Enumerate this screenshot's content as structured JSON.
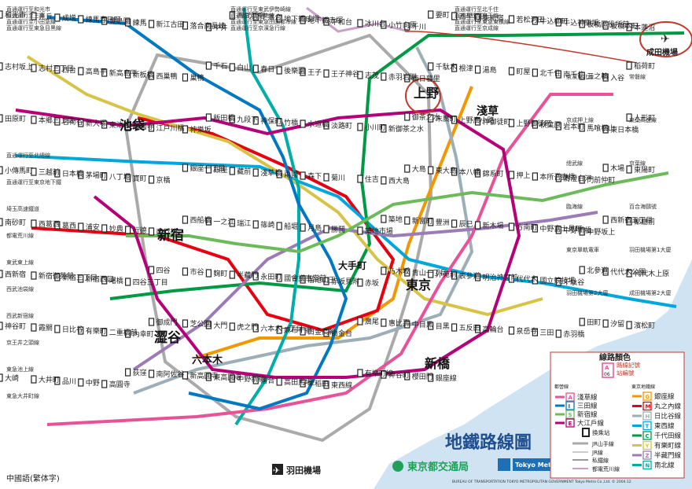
{
  "title": "地鐵路線圖",
  "language_label": "中國語(繁体字)",
  "operators": {
    "toei": "東京都交通局",
    "metro": "Tokyo Metro",
    "credit": "BUREAU OF TRANSPORTATION TOKYO METROPOLITAN GOVERNMENT   Tokyo Metro Co.,Ltd.  © 2004.12"
  },
  "legend": {
    "title_color": "線路顏色",
    "title_mark": "路線記號",
    "title_number": "站編號",
    "sample_letter": "A",
    "sample_number": "06",
    "group_toei": "都營線",
    "group_metro": "東京地鐵線",
    "toei_lines": [
      {
        "code": "A",
        "name": "淺草線",
        "color": "#e85298"
      },
      {
        "code": "I",
        "name": "三田線",
        "color": "#0079c2"
      },
      {
        "code": "S",
        "name": "新宿線",
        "color": "#6cbb5a"
      },
      {
        "code": "E",
        "name": "大江戶線",
        "color": "#b6007a"
      }
    ],
    "transfer_label": "換乘站",
    "jr_yamanote": "JR山手線",
    "jr_line": "JR線",
    "private_line": "私鐵線",
    "arakawa_line": "都電荒川線",
    "metro_lines": [
      {
        "code": "G",
        "name": "銀座線",
        "color": "#f39700"
      },
      {
        "code": "M",
        "name": "丸之內線",
        "color": "#e60012"
      },
      {
        "code": "H",
        "name": "日比谷線",
        "color": "#9caeb7"
      },
      {
        "code": "T",
        "name": "東西線",
        "color": "#00a7db"
      },
      {
        "code": "C",
        "name": "千代田線",
        "color": "#009944"
      },
      {
        "code": "Y",
        "name": "有樂町線",
        "color": "#d7c447"
      },
      {
        "code": "Z",
        "name": "半藏門線",
        "color": "#9b7cb6"
      },
      {
        "code": "N",
        "name": "南北線",
        "color": "#00ada9"
      }
    ]
  },
  "major_stations": [
    "池袋",
    "新宿",
    "澀谷",
    "上野",
    "東京",
    "大手町",
    "新橋",
    "淺草",
    "六本木"
  ],
  "airports": [
    "成田機場",
    "羽田機場"
  ],
  "stations": [
    "和光市",
    "光丘",
    "成增",
    "練馬春日町",
    "豐島園",
    "練馬",
    "新江古田",
    "落合南長崎",
    "中井",
    "西武新宿",
    "下落合",
    "地下鐵成增",
    "地下鐵赤塚",
    "平和台",
    "冰川台",
    "小竹向原",
    "千川",
    "要町",
    "西早稻田",
    "東新宿",
    "若松河田",
    "牛込柳町",
    "牛込神樂坂",
    "板橋區役所前",
    "板橋本町",
    "本蓮沼",
    "志村坂上",
    "志村三丁目",
    "西台",
    "高島平",
    "新高島平",
    "新板橋",
    "西巢鴨",
    "巢鴨",
    "千石",
    "白山",
    "春日",
    "後樂園",
    "王子",
    "王子神谷",
    "志茂",
    "赤羽岩淵",
    "西日暮里",
    "千駄木",
    "根津",
    "湯島",
    "町屋",
    "北千住",
    "南千住",
    "三之輪",
    "入谷",
    "稻荷町",
    "田原町",
    "本鄉三丁目",
    "茗荷谷",
    "新大塚",
    "東池袋",
    "護國寺",
    "江戶川橋",
    "神樂坂",
    "飯田橋",
    "九段下",
    "神保町",
    "竹橋",
    "水道橋",
    "淡路町",
    "小川町",
    "新御茶之水",
    "御茶之水",
    "末廣町",
    "上野廣小路",
    "仲御徒町",
    "上野御徒町",
    "秋葉原",
    "岩本町",
    "馬喰橫山",
    "東日本橋",
    "人形町",
    "小傳馬町",
    "三越前",
    "日本橋",
    "茅場町",
    "八丁堀",
    "寶町",
    "京橋",
    "銀座一丁目",
    "銀座",
    "藏前",
    "淺草橋",
    "兩國",
    "森下",
    "菊川",
    "住吉",
    "西大島",
    "大島",
    "東大島",
    "本八幡",
    "錦系町",
    "押上",
    "本所吾妻橋",
    "清澄白河",
    "門前仲町",
    "木場",
    "東陽町",
    "南砂町",
    "西葛西",
    "葛西",
    "浦安",
    "妙典",
    "行德",
    "南行德",
    "西船橋",
    "一之江",
    "瑞江",
    "篠崎",
    "船堀",
    "月島",
    "勝鬨",
    "築地市場",
    "築地",
    "新富町",
    "豐洲",
    "辰巳",
    "新木場",
    "方南町",
    "中野富士見町",
    "中野新橋",
    "中野坂上",
    "西新宿五丁目",
    "都廳前",
    "西新宿",
    "新宿御苑前",
    "新宿三丁目",
    "新宿西口",
    "曙橋",
    "四谷三丁目",
    "四谷",
    "市谷",
    "麴町",
    "半藏門",
    "永田町",
    "國會議事堂前",
    "溜池山王",
    "赤坂見附",
    "赤坂",
    "乃木坂",
    "青山一丁目",
    "外苑前",
    "表參道",
    "明治神宮前",
    "代代木",
    "國立競技場",
    "千駄谷",
    "北參道",
    "代代木公園",
    "代代木上原",
    "神谷町",
    "霞關",
    "日比谷",
    "有樂町",
    "二重橋前",
    "內幸町",
    "御成門",
    "芝公園",
    "大門",
    "虎之門",
    "六本木一丁目",
    "麻布十番",
    "白金高輪",
    "白金台",
    "廣尾",
    "惠比壽",
    "中目黑",
    "目黑",
    "五反田",
    "高輪台",
    "泉岳寺",
    "三田",
    "赤羽橋",
    "田町",
    "汐留",
    "濱松町",
    "大崎",
    "大井町",
    "品川",
    "中野",
    "高圓寺",
    "荻窪",
    "南阿佐谷",
    "新高圓寺",
    "東高圓寺",
    "中野新橋",
    "落合",
    "高田馬場",
    "早稻田",
    "東西線",
    "有樂町線",
    "神谷町",
    "櫻田門",
    "銀座線"
  ],
  "rail_labels": [
    "直通運行至和光市",
    "直通運行至東武伊勢崎線",
    "直通運行至北千住",
    "直通運行至三鷹",
    "直通運行至中央線",
    "直通運行至京王線",
    "直通運行至小田急線",
    "直通運行至東急田園都市線",
    "直通運行至東急東橫線",
    "直通運行至東急目黑線",
    "直通運行至京濱急行線",
    "直通運行至京成線",
    "直通運行至北總線",
    "直通運行至東京地下鐵",
    "埼玉高速鐵道",
    "都電荒川線",
    "東武東上線",
    "西武池袋線",
    "西武新宿線",
    "京王井之頭線",
    "東急池上線",
    "東急大井町線",
    "京濱東北線",
    "常磐線",
    "京成押上線",
    "東葉高速線",
    "總武線",
    "京葉線",
    "臨海線",
    "百合海鷗號",
    "東京單軌電車",
    "羽田機場第1大廈",
    "羽田機場第2大廈",
    "成田機場第2大廈"
  ]
}
